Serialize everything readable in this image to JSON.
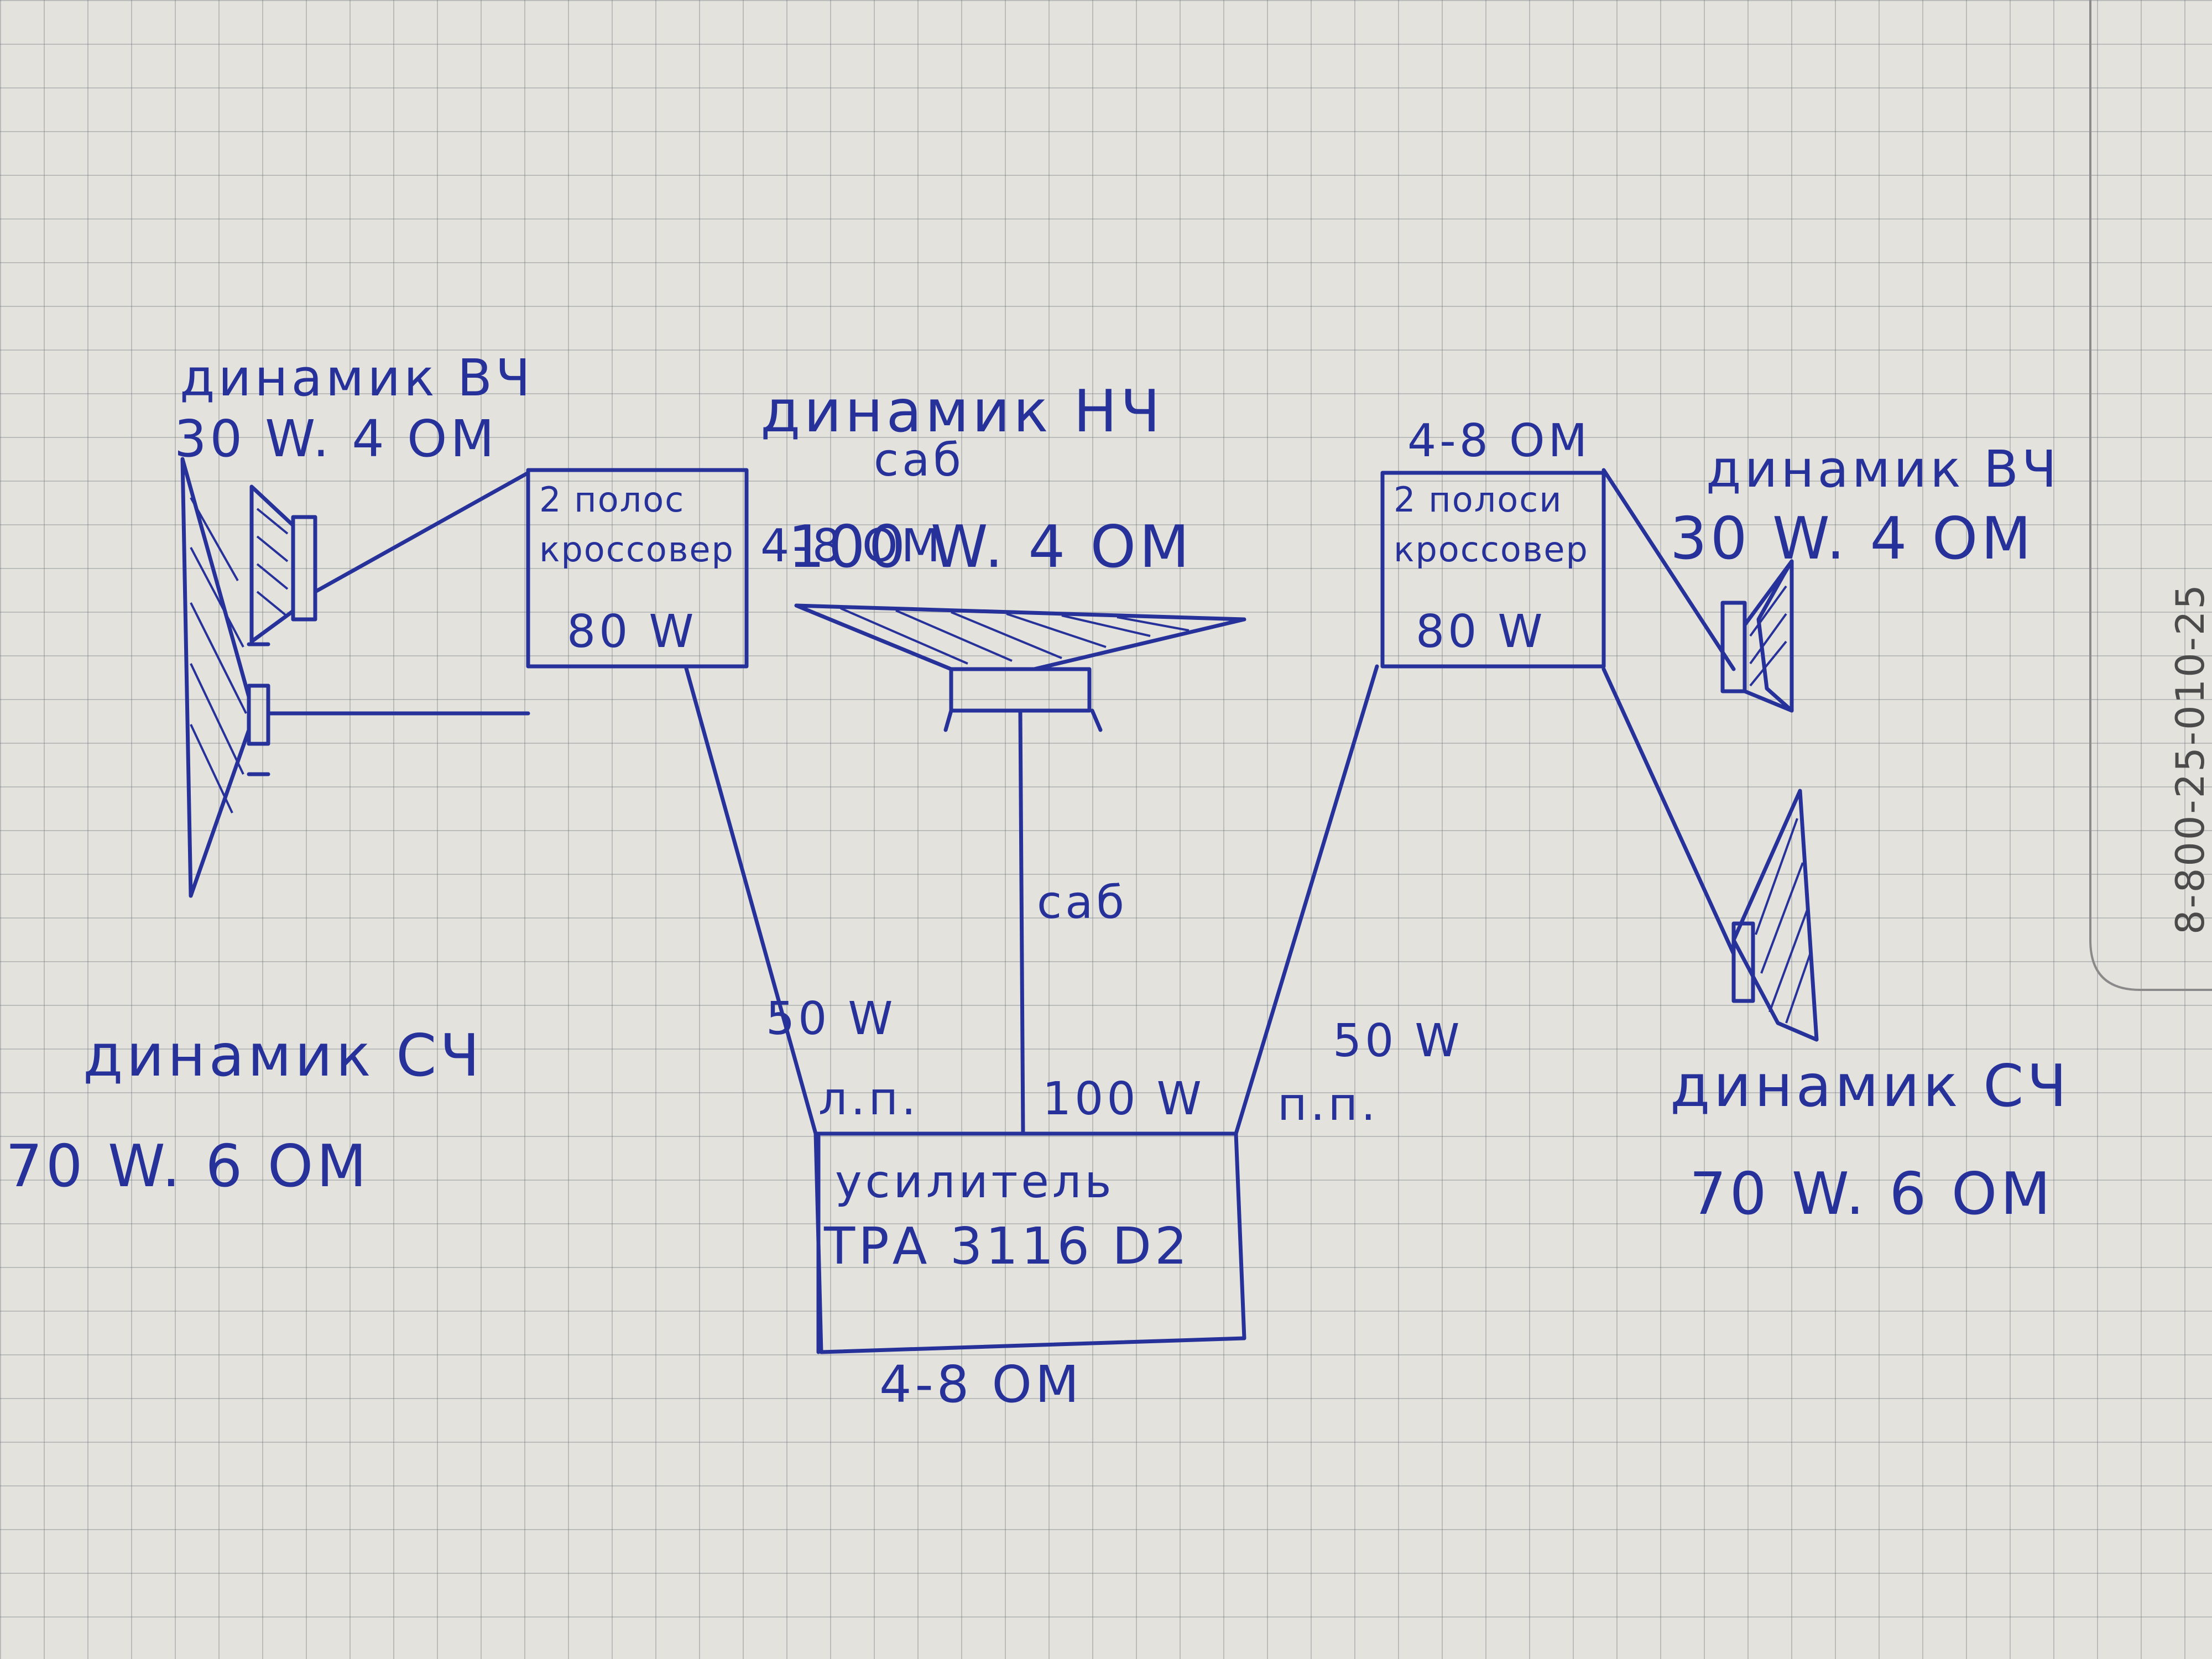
{
  "labels": {
    "tweeter_left_title": "динамик ВЧ",
    "tweeter_left_spec": "30 W. 4 ОМ",
    "sub_title": "динамик НЧ",
    "sub_subtitle": "саб",
    "sub_spec": "100 W. 4 ОМ",
    "tweeter_right_title": "динамик ВЧ",
    "tweeter_right_spec": "30 W. 4 ОМ",
    "crossover_left_line1": "2 полос",
    "crossover_left_line2": "кроссовер",
    "crossover_left_power": "80 W",
    "crossover_left_impedance": "4-8 ОМ",
    "crossover_right_line1": "2 полоси",
    "crossover_right_line2": "кроссовер",
    "crossover_right_power": "80 W",
    "crossover_right_impedance": "4-8 ОМ",
    "sub_line_label": "саб",
    "left_channel_power": "50 W",
    "left_channel_name": "л.п.",
    "sub_channel_power": "100 W",
    "right_channel_power": "50 W",
    "right_channel_name": "п.п.",
    "mid_left_title": "динамик СЧ",
    "mid_left_spec": "70 W. 6 ОМ",
    "mid_right_title": "динамик СЧ",
    "mid_right_spec": "70 W. 6 ОМ",
    "amp_line1": "усилитель",
    "amp_line2": "ТРА 3116 D2",
    "amp_impedance": "4-8 ОМ",
    "phone_number": "8-800-25-010-25"
  },
  "ink_color": "#27319a"
}
